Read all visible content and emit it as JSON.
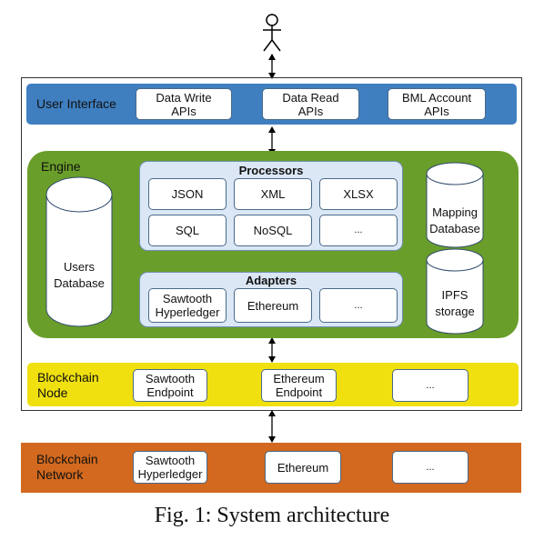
{
  "ui_layer": {
    "label": "User Interface",
    "items": [
      "Data Write\nAPIs",
      "Data Read\nAPIs",
      "BML Account\nAPIs"
    ]
  },
  "engine": {
    "label": "Engine",
    "users_db": "Users\nDatabase",
    "processors": {
      "title": "Processors",
      "items": [
        "JSON",
        "XML",
        "XLSX",
        "SQL",
        "NoSQL",
        "..."
      ]
    },
    "adapters": {
      "title": "Adapters",
      "items": [
        "Sawtooth\nHyperledger",
        "Ethereum",
        "..."
      ]
    },
    "mapping_db": "Mapping\nDatabase",
    "ipfs": "IPFS\nstorage"
  },
  "node_layer": {
    "label": "Blockchain\nNode",
    "items": [
      "Sawtooth\nEndpoint",
      "Ethereum\nEndpoint",
      "..."
    ]
  },
  "network_layer": {
    "label": "Blockchain\nNetwork",
    "items": [
      "Sawtooth\nHyperledger",
      "Ethereum",
      "..."
    ]
  },
  "caption": "Fig. 1: System architecture",
  "colors": {
    "ui_blue": "#3f7fc0",
    "engine_green": "#6a9e2a",
    "panel_blue": "#dbe7f5",
    "node_yellow": "#f0e010",
    "network_orange": "#d2691e"
  }
}
